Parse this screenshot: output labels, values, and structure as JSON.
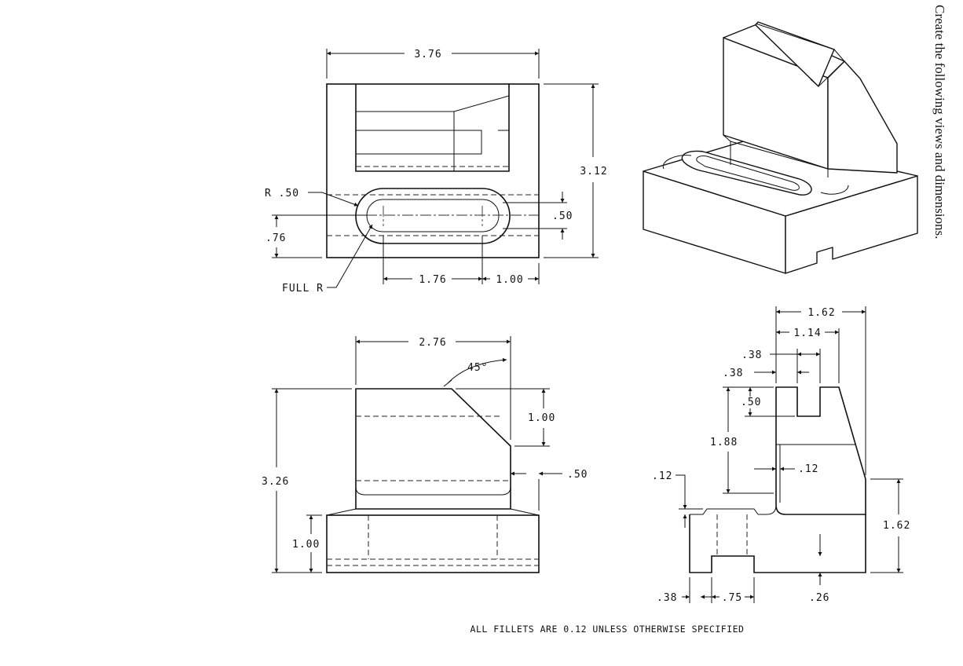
{
  "instruction": "Create the following views and dimensions.",
  "note": "ALL FILLETS ARE 0.12 UNLESS OTHERWISE SPECIFIED",
  "top_view": {
    "width": "3.76",
    "depth": "3.12",
    "slot_radius": "R .50",
    "slot_width": ".50",
    "slot_offset": ".76",
    "slot_end_radius": "FULL R",
    "slot_length": "1.76",
    "slot_end_offset": "1.00"
  },
  "front_view": {
    "upright_width": "2.76",
    "chamfer_angle": "45°",
    "chamfer_height": "1.00",
    "step_depth": ".50",
    "overall_height": "3.26",
    "base_height": "1.00"
  },
  "side_view": {
    "overall_width": "1.62",
    "slot_right_offset": "1.14",
    "slot_width": ".38",
    "slot_left_offset": ".38",
    "slot_depth": ".50",
    "upright_height": "1.88",
    "fillet_offset": ".12",
    "recess_depth": ".12",
    "base_height": "1.62",
    "groove_offset": ".38",
    "groove_width": ".75",
    "groove_depth": ".26"
  }
}
